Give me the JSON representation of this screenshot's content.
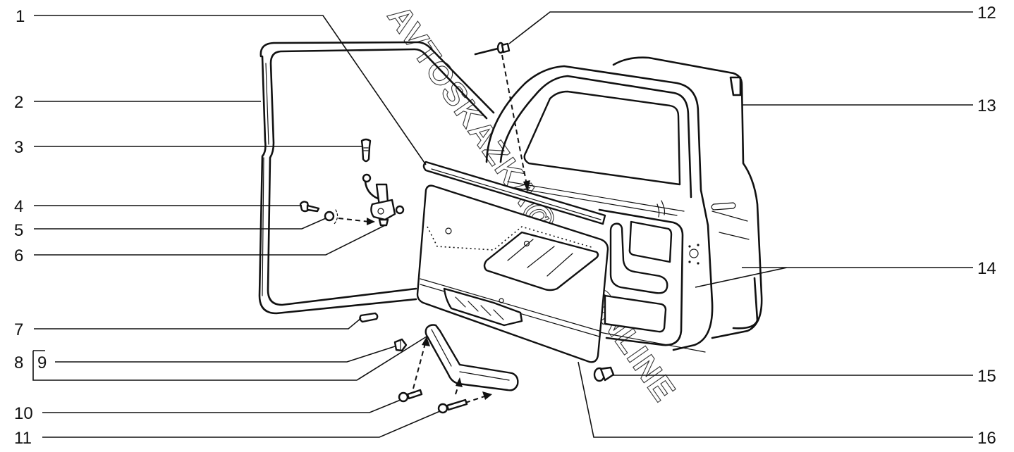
{
  "diagram": {
    "title": "",
    "subject": "Front door exploded view",
    "watermark": "AVTOSKAZKA@CAT.ONLINE",
    "callouts": [
      {
        "id": "1",
        "label": "1",
        "part": "outer window sealing strip"
      },
      {
        "id": "2",
        "label": "2",
        "part": "door opening seal"
      },
      {
        "id": "3",
        "label": "3",
        "part": "lock button rod"
      },
      {
        "id": "4",
        "label": "4",
        "part": "screw"
      },
      {
        "id": "5",
        "label": "5",
        "part": "washer"
      },
      {
        "id": "6",
        "label": "6",
        "part": "door lock switch"
      },
      {
        "id": "7",
        "label": "7",
        "part": "plug"
      },
      {
        "id": "8",
        "label": "8",
        "part": "armrest assembly"
      },
      {
        "id": "9",
        "label": "9",
        "part": "armrest cap"
      },
      {
        "id": "10",
        "label": "10",
        "part": "screw"
      },
      {
        "id": "11",
        "label": "11",
        "part": "screw"
      },
      {
        "id": "12",
        "label": "12",
        "part": "rivet"
      },
      {
        "id": "13",
        "label": "13",
        "part": "door seal"
      },
      {
        "id": "14",
        "label": "14",
        "part": "door"
      },
      {
        "id": "15",
        "label": "15",
        "part": "trim panel clip"
      },
      {
        "id": "16",
        "label": "16",
        "part": "door trim panel"
      }
    ]
  }
}
